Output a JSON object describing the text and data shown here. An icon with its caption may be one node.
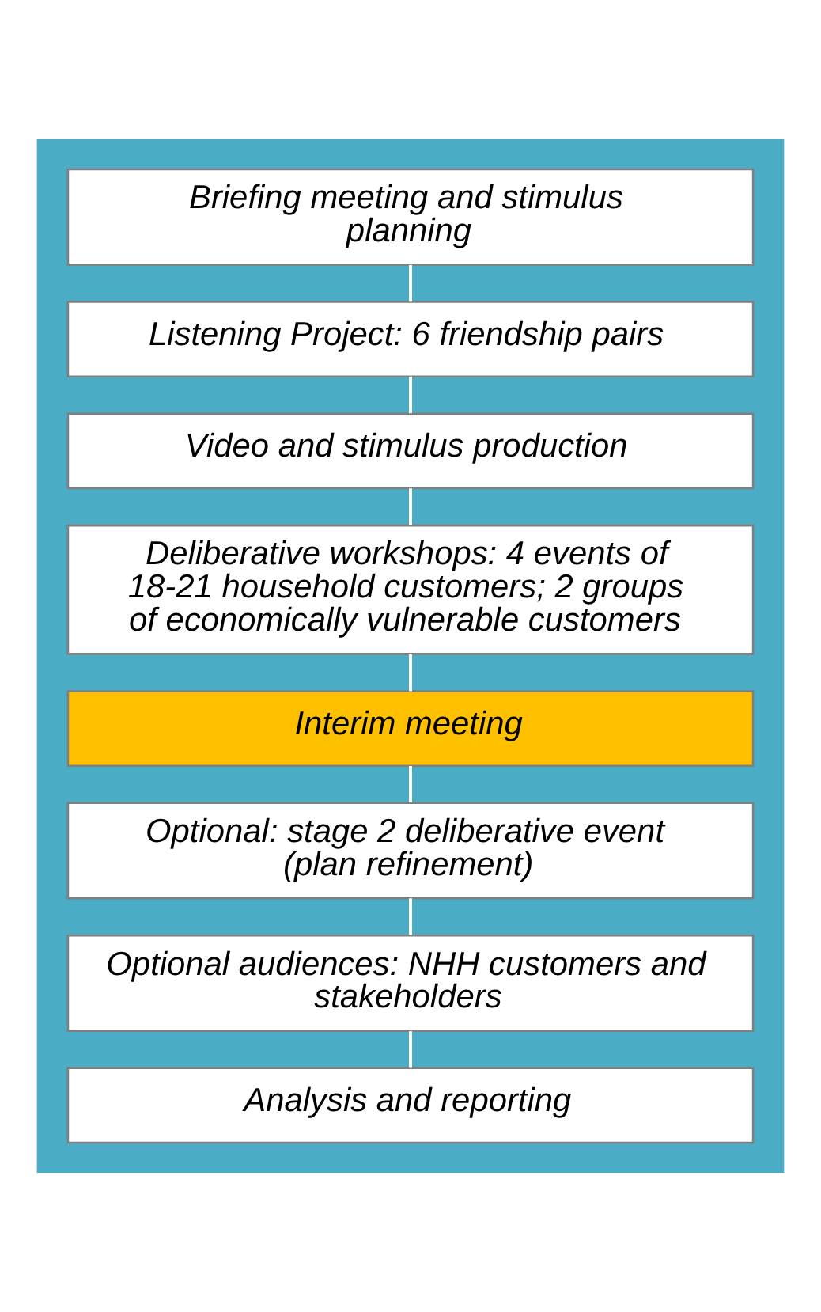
{
  "diagram": {
    "nodes": [
      {
        "text": [],
        "shape": "box"
      },
      {
        "text": [
          "Briefing meeting and stimulus planning"
        ],
        "in": 0
      },
      {
        "text": [
          "Listening Project: 6 friendship pairs"
        ],
        "in": 0
      },
      {
        "text": [
          "Video and stimulus production"
        ],
        "in": 0
      },
      {
        "text": [
          "Deliberative workshops: 4 events of 18-21 household customers; 2 groups of economically vulnerable customers"
        ],
        "in": 0
      },
      {
        "text": [
          "Interim meeting"
        ],
        "in": 0
      },
      {
        "text": [
          "Optional: stage 2 deliberative event (plan refinement)"
        ],
        "in": 0
      },
      {
        "text": [
          "Optional audiences: NHH customers and stakeholders"
        ],
        "in": 0
      },
      {
        "text": [
          "Analysis and reporting"
        ],
        "in": 0
      }
    ],
    "edges": [
      {
        "from": 1,
        "to": 2,
        "arrow": "none"
      },
      {
        "from": 2,
        "to": 3,
        "arrow": "none"
      },
      {
        "from": 3,
        "to": 4,
        "arrow": "none"
      },
      {
        "from": 4,
        "to": 5,
        "arrow": "none"
      },
      {
        "from": 5,
        "to": 6,
        "arrow": "none"
      },
      {
        "from": 6,
        "to": 7,
        "arrow": "none"
      },
      {
        "from": 7,
        "to": 8,
        "arrow": "none"
      }
    ]
  }
}
